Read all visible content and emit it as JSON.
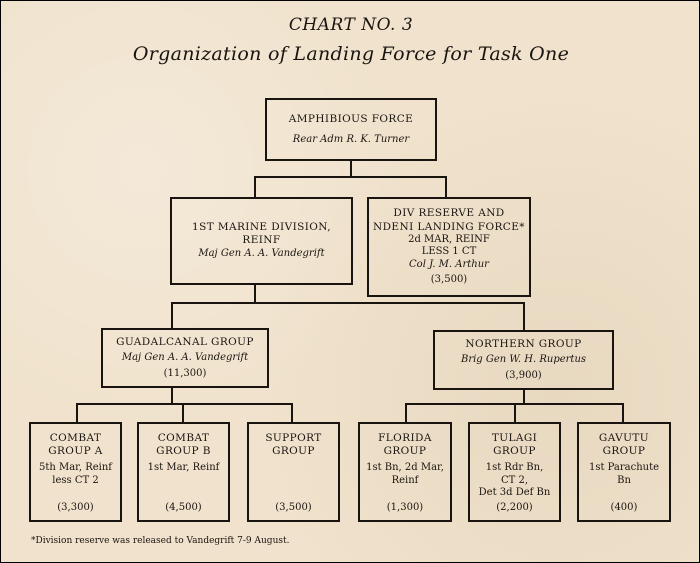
{
  "chart_number": "CHART NO. 3",
  "title": "Organization of Landing Force for Task One",
  "amphibious_force": {
    "name": "AMPHIBIOUS FORCE",
    "commander": "Rear Adm R. K. Turner"
  },
  "marine_division": {
    "name_line1": "1ST MARINE DIVISION,",
    "name_line2": "REINF",
    "commander": "Maj Gen A. A. Vandegrift"
  },
  "div_reserve": {
    "name_line1": "DIV RESERVE AND",
    "name_line2": "NDENI LANDING FORCE*",
    "line3": "2d MAR, REINF",
    "line4": "LESS 1 CT",
    "commander": "Col J. M. Arthur",
    "strength": "(3,500)"
  },
  "guadalcanal_group": {
    "name": "GUADALCANAL GROUP",
    "commander": "Maj Gen A. A. Vandegrift",
    "strength": "(11,300)"
  },
  "northern_group": {
    "name": "NORTHERN GROUP",
    "commander": "Brig Gen W. H. Rupertus",
    "strength": "(3,900)"
  },
  "units": [
    {
      "line1": "COMBAT",
      "line2": "GROUP A",
      "sub1": "5th Mar, Reinf",
      "sub2": "less CT 2",
      "sub3": "",
      "strength": "(3,300)"
    },
    {
      "line1": "COMBAT",
      "line2": "GROUP B",
      "sub1": "1st Mar, Reinf",
      "sub2": "",
      "sub3": "",
      "strength": "(4,500)"
    },
    {
      "line1": "SUPPORT",
      "line2": "GROUP",
      "sub1": "",
      "sub2": "",
      "sub3": "",
      "strength": "(3,500)"
    },
    {
      "line1": "FLORIDA",
      "line2": "GROUP",
      "sub1": "1st Bn, 2d Mar,",
      "sub2": "Reinf",
      "sub3": "",
      "strength": "(1,300)"
    },
    {
      "line1": "TULAGI",
      "line2": "GROUP",
      "sub1": "1st Rdr Bn,",
      "sub2": "CT 2,",
      "sub3": "Det 3d Def Bn",
      "strength": "(2,200)"
    },
    {
      "line1": "GAVUTU",
      "line2": "GROUP",
      "sub1": "1st Parachute",
      "sub2": "Bn",
      "sub3": "",
      "strength": "(400)"
    }
  ],
  "footnote": "*Division reserve was released to Vandegrift 7-9 August."
}
